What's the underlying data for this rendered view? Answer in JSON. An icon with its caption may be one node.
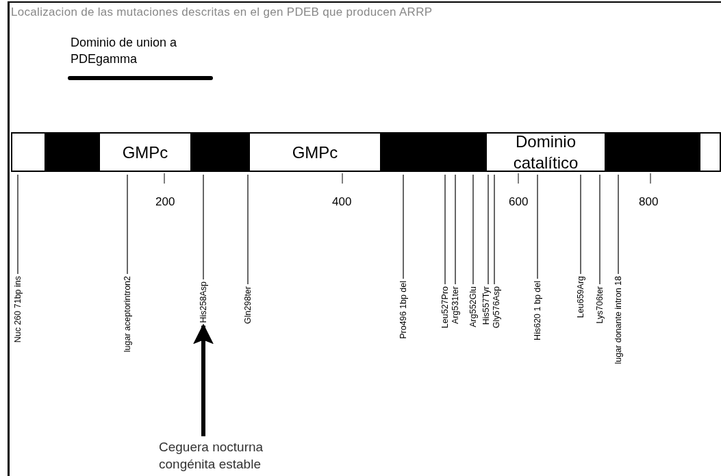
{
  "diagram": {
    "title": "Localizacion de las mutaciones descritas en el gen PDEB que producen ARRP",
    "nodes": [
      {
        "text": [],
        "shape": "bar"
      },
      {
        "text": [
          "GMPc"
        ],
        "in": 0
      },
      {
        "text": [
          "GMPc"
        ],
        "in": 0
      },
      {
        "text": [
          "Dominio catalítico"
        ],
        "in": 0
      },
      {
        "text": [
          "Nuc 260 71bp ins"
        ]
      },
      {
        "text": [
          "lugar aceptorintron2"
        ]
      },
      {
        "text": [
          "His258Asp"
        ]
      },
      {
        "text": [
          "Gln298ter"
        ]
      },
      {
        "text": [
          "Pro496 1bp del"
        ]
      },
      {
        "text": [
          "Leu527Pro"
        ]
      },
      {
        "text": [
          "Arg531ter"
        ]
      },
      {
        "text": [
          "Arg552Glu"
        ]
      },
      {
        "text": [
          "His557Tyr"
        ]
      },
      {
        "text": [
          "Gly576Asp"
        ]
      },
      {
        "text": [
          "His620 1 bp del"
        ]
      },
      {
        "text": [
          "Leu659Arg"
        ]
      },
      {
        "text": [
          "Lys706ter"
        ]
      },
      {
        "text": [
          "lugar donante intron 18"
        ]
      },
      {
        "text": [
          "Ceguera nocturna congénita estable"
        ]
      }
    ],
    "edges": [
      {
        "from": 4,
        "to": 0,
        "arrow": "none"
      },
      {
        "from": 5,
        "to": 0,
        "arrow": "none"
      },
      {
        "from": 6,
        "to": 0,
        "arrow": "none"
      },
      {
        "from": 7,
        "to": 0,
        "arrow": "none"
      },
      {
        "from": 8,
        "to": 0,
        "arrow": "none"
      },
      {
        "from": 9,
        "to": 0,
        "arrow": "none"
      },
      {
        "from": 10,
        "to": 0,
        "arrow": "none"
      },
      {
        "from": 11,
        "to": 0,
        "arrow": "none"
      },
      {
        "from": 12,
        "to": 0,
        "arrow": "none"
      },
      {
        "from": 13,
        "to": 0,
        "arrow": "none"
      },
      {
        "from": 14,
        "to": 0,
        "arrow": "none"
      },
      {
        "from": 15,
        "to": 0,
        "arrow": "none"
      },
      {
        "from": 16,
        "to": 0,
        "arrow": "none"
      },
      {
        "from": 17,
        "to": 0,
        "arrow": "none"
      },
      {
        "from": 18,
        "to": 6,
        "arrow": "to",
        "style": "thick"
      }
    ],
    "labels": [
      "Dominio de union a PDEgamma",
      "200",
      "400",
      "600",
      "800"
    ]
  }
}
